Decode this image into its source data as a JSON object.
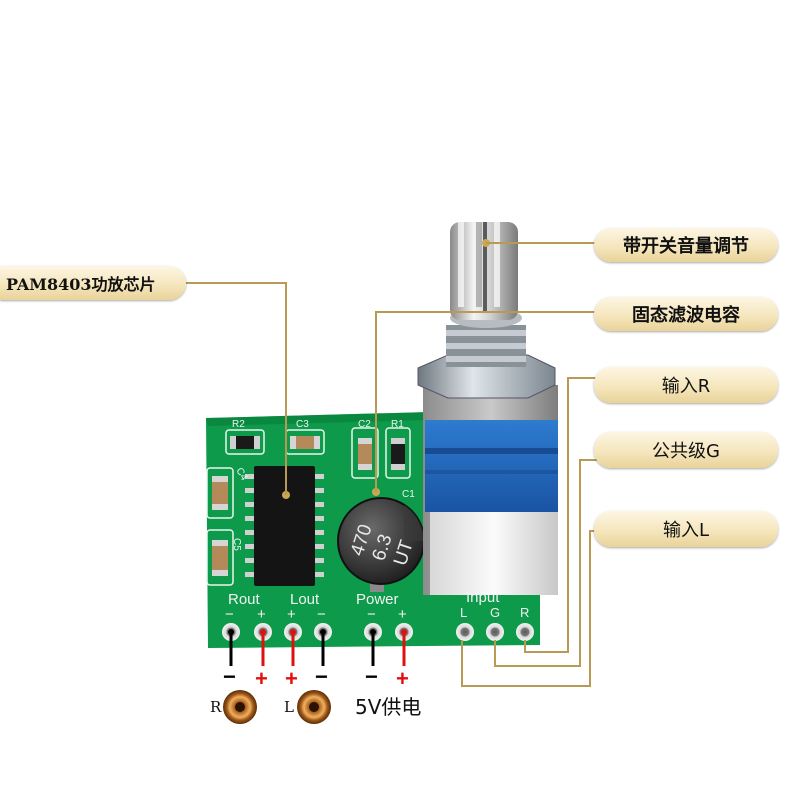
{
  "callouts": {
    "switch_volume": "带开关音量调节",
    "solid_cap": "固态滤波电容",
    "input_r": "输入R",
    "common_g": "公共级G",
    "input_l": "输入L",
    "chip": "PAM8403功放芯片"
  },
  "board": {
    "rout": "Rout",
    "lout": "Lout",
    "power": "Power",
    "input": "Input",
    "minus": "−",
    "plus": "+",
    "in_l": "L",
    "in_g": "G",
    "in_r": "R",
    "silk_r2": "R2",
    "silk_c3": "C3",
    "silk_c2": "C2",
    "silk_r1": "R1",
    "silk_c1": "C1",
    "silk_c4": "C4",
    "silk_c5": "C5"
  },
  "capacitor": {
    "line1": "470",
    "line2": "6.3",
    "line3": "UT"
  },
  "wiring": {
    "minus": "−",
    "plus": "+",
    "speaker_r": "R",
    "speaker_l": "L",
    "supply": "5V供电"
  },
  "colors": {
    "pcb": "#0d9a4a",
    "callout_gold": "#c9a755",
    "leader": "#b89a55",
    "wire_black": "#000000",
    "wire_red": "#e01010",
    "knob_blue": "#1f62b3"
  }
}
